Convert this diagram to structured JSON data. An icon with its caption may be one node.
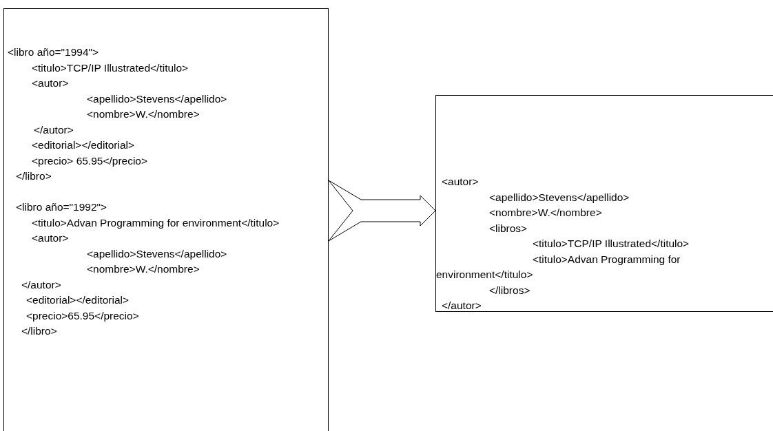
{
  "diagram": {
    "nodes": [
      {
        "text": [
          "<libro año=\"1994\">",
          "<titulo>TCP/IP Illustrated</titulo>",
          "<autor>",
          "<apellido>Stevens</apellido>",
          "<nombre>W.</nombre>",
          "</autor>",
          "<editorial></editorial>",
          "<precio> 65.95</precio>",
          "</libro>",
          "<libro año=\"1992\">",
          "<titulo>Advan Programming for environment</titulo>",
          "<autor>",
          "<apellido>Stevens</apellido>",
          "<nombre>W.</nombre>",
          "</autor>",
          "<editorial></editorial>",
          "<precio>65.95</precio>",
          "</libro>"
        ]
      },
      {
        "text": [
          "<autor>",
          "<apellido>Stevens</apellido>",
          "<nombre>W.</nombre>",
          "<libros>",
          "<titulo>TCP/IP Illustrated</titulo>",
          "<titulo>Advan Programming for environment</titulo>",
          "</libros>",
          "</autor>"
        ]
      }
    ],
    "edges": [
      {
        "from": 0,
        "to": 1,
        "arrow": "to"
      }
    ]
  }
}
